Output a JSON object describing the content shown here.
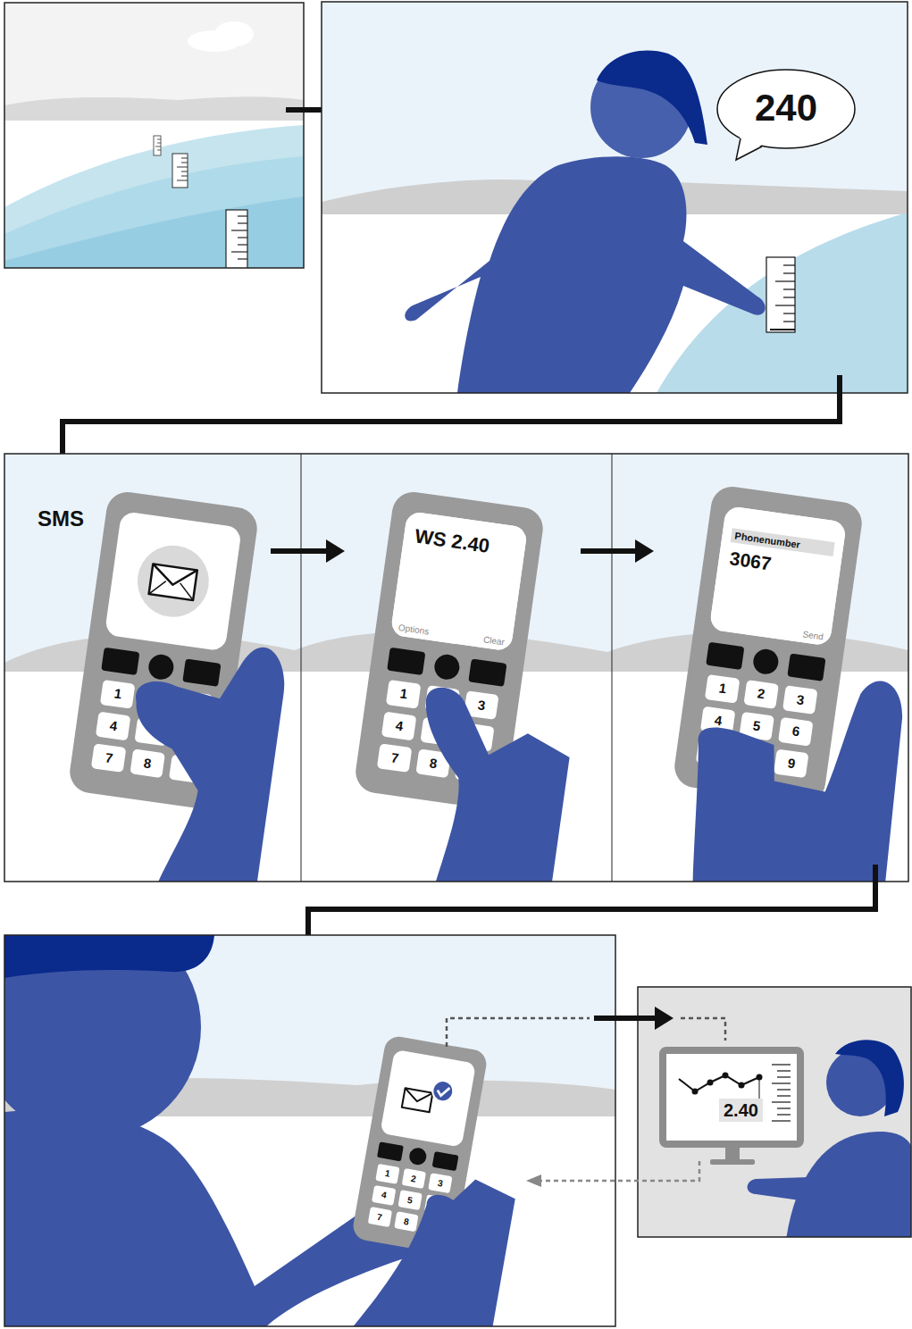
{
  "diagram": {
    "nodes": [
      {
        "text": [
          "240"
        ]
      },
      {
        "text": [
          "WS 2.40",
          "Options",
          "Clear"
        ]
      },
      {
        "text": [
          "Phonenumber",
          "3067",
          "Send"
        ]
      },
      {
        "text": [
          "2.40"
        ]
      }
    ],
    "labels": [
      "SMS",
      "1",
      "4",
      "7",
      "8",
      "1",
      "3",
      "4",
      "7",
      "8",
      "1",
      "2",
      "3",
      "4",
      "5",
      "6",
      "9",
      "1",
      "2",
      "3",
      "4",
      "5",
      "7",
      "8"
    ]
  }
}
